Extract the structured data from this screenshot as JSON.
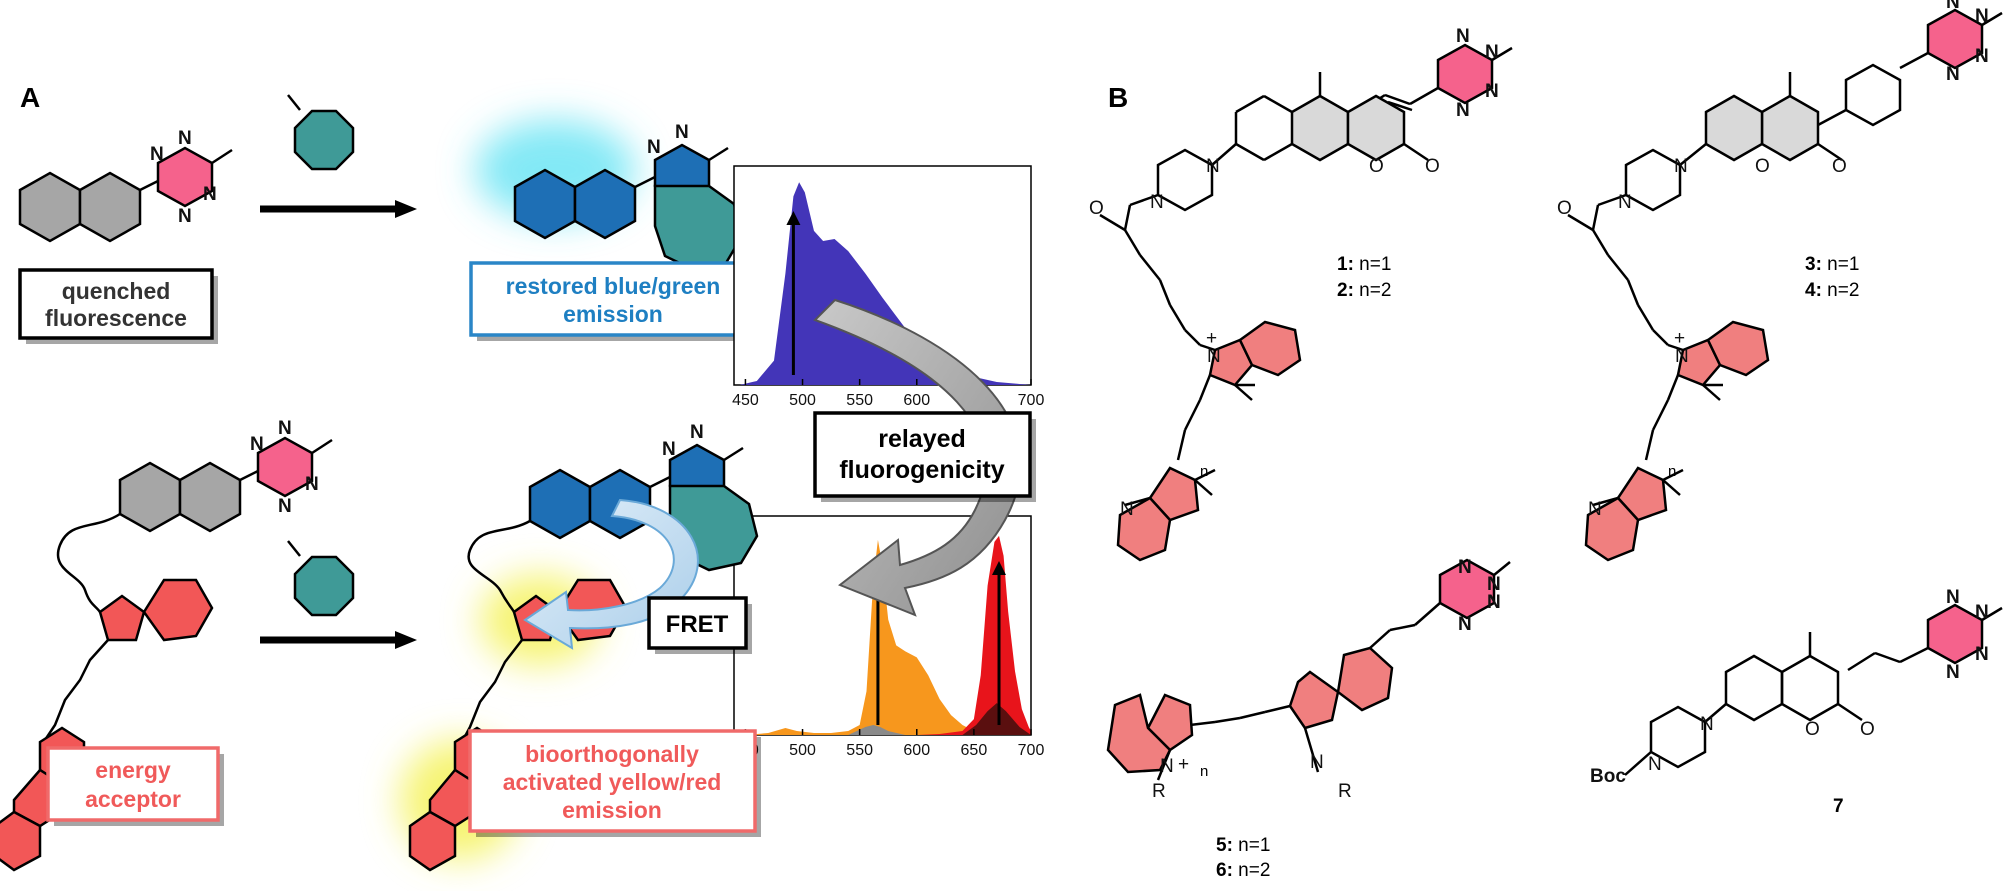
{
  "panel_a_label": "A",
  "panel_b_label": "B",
  "boxes": {
    "quenched": [
      "quenched",
      "fluorescence"
    ],
    "restored": [
      "restored blue/green",
      "emission"
    ],
    "relayed": [
      "relayed",
      "fluorogenicity"
    ],
    "fret": "FRET",
    "acceptor": [
      "energy",
      "acceptor"
    ],
    "activated": [
      "bioorthogonally",
      "activated yellow/red",
      "emission"
    ]
  },
  "atoms": {
    "N": "N",
    "O": "O",
    "R": "R",
    "n": "n",
    "plus": "+",
    "boc": "Boc"
  },
  "compounds": {
    "c1": {
      "num": "1:",
      "text": " n=1"
    },
    "c2": {
      "num": "2:",
      "text": " n=2"
    },
    "c3": {
      "num": "3:",
      "text": " n=1"
    },
    "c4": {
      "num": "4:",
      "text": " n=2"
    },
    "c5": {
      "num": "5:",
      "text": " n=1"
    },
    "c6": {
      "num": "6:",
      "text": " n=2"
    },
    "c7": {
      "num": "7",
      "text": ""
    }
  },
  "colors": {
    "gray": "#a6a6a6",
    "pink": "#f5628c",
    "teal": "#3f9a97",
    "blue": "#1e6fb5",
    "red": "#f35f5f",
    "salmon": "#f07f7f",
    "purple": "#4335b8",
    "orange": "#f7971d",
    "crimson": "#e8141b",
    "coumarin_gray": "#d9d9d9"
  },
  "chart_data": [
    {
      "type": "area",
      "series": [
        {
          "x": [
            445,
            460,
            475,
            485,
            492,
            497,
            502,
            510,
            518,
            528,
            540,
            555,
            570,
            590,
            610,
            630,
            650,
            670,
            690,
            700
          ],
          "y": [
            0,
            0.02,
            0.12,
            0.55,
            0.93,
            1.0,
            0.95,
            0.76,
            0.71,
            0.72,
            0.66,
            0.55,
            0.43,
            0.28,
            0.16,
            0.08,
            0.04,
            0.015,
            0.005,
            0
          ]
        }
      ],
      "xticks": [
        "450",
        "500",
        "550",
        "600",
        "650",
        "700"
      ],
      "xlim": [
        440,
        700
      ],
      "ylim": [
        0,
        1.08
      ],
      "arrows_at": [
        492
      ]
    },
    {
      "type": "area",
      "series": [
        {
          "x": [
            450,
            470,
            485,
            495,
            510,
            525,
            540,
            550,
            556,
            562,
            566,
            570,
            575,
            582,
            590,
            600,
            610,
            620,
            630,
            640,
            650,
            660,
            670,
            680,
            700
          ],
          "y": [
            0,
            0.01,
            0.035,
            0.02,
            0.01,
            0.01,
            0.02,
            0.05,
            0.22,
            0.78,
            0.98,
            0.85,
            0.58,
            0.45,
            0.42,
            0.39,
            0.3,
            0.18,
            0.1,
            0.05,
            0.02,
            0.01,
            0.005,
            0,
            0
          ]
        },
        {
          "x": [
            450,
            600,
            620,
            640,
            650,
            656,
            662,
            668,
            672,
            676,
            680,
            686,
            692,
            698,
            700
          ],
          "y": [
            0,
            0,
            0.005,
            0.02,
            0.08,
            0.3,
            0.75,
            0.97,
            1.0,
            0.9,
            0.62,
            0.32,
            0.13,
            0.04,
            0.02
          ]
        },
        {
          "x": [
            540,
            555,
            562,
            568,
            575,
            590
          ],
          "y": [
            0,
            0.04,
            0.05,
            0.04,
            0.02,
            0
          ]
        },
        {
          "x": [
            640,
            652,
            662,
            670,
            678,
            690,
            700
          ],
          "y": [
            0,
            0.05,
            0.12,
            0.16,
            0.12,
            0.04,
            0
          ]
        }
      ],
      "xticks": [
        "450",
        "500",
        "550",
        "600",
        "650",
        "700"
      ],
      "xlim": [
        440,
        700
      ],
      "ylim": [
        0,
        1.1
      ],
      "arrows_at": [
        566,
        672
      ]
    }
  ]
}
